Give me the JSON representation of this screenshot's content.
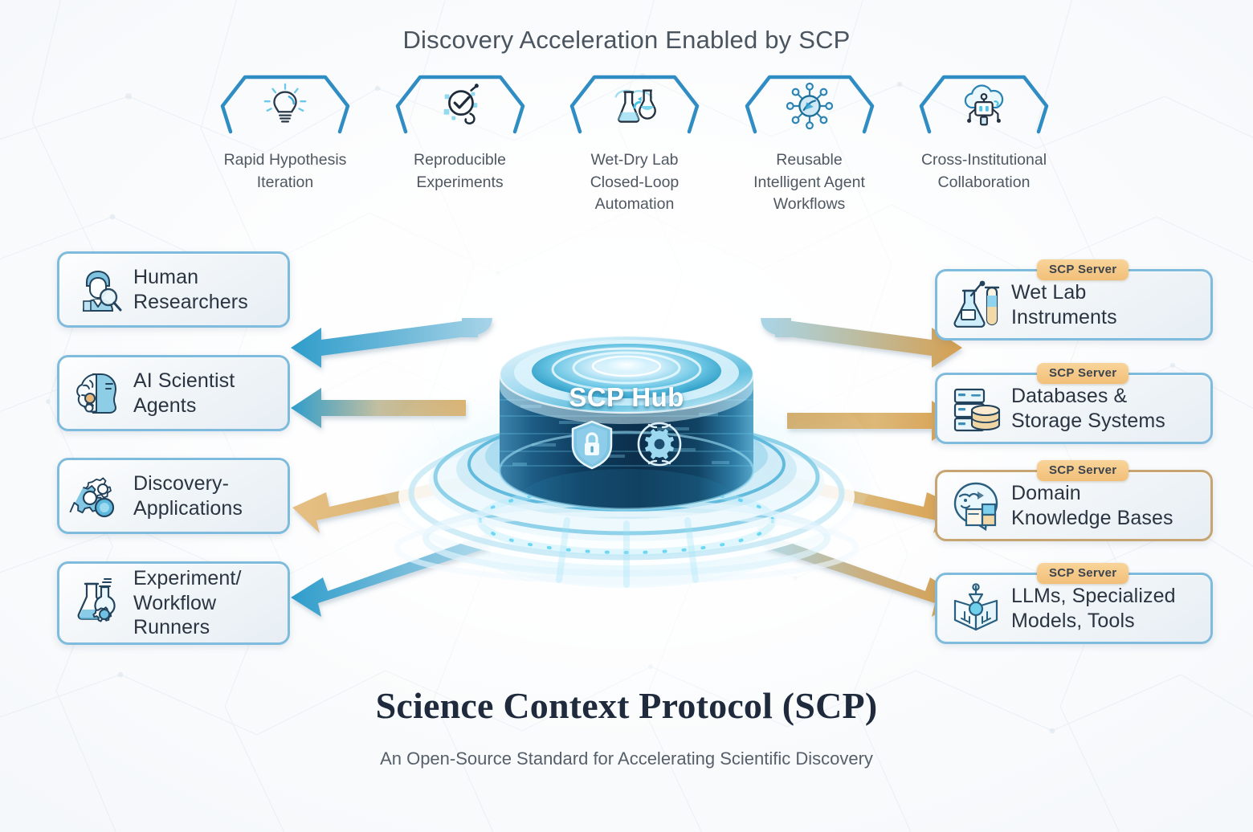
{
  "header": {
    "title": "Discovery Acceleration Enabled by SCP"
  },
  "features": [
    {
      "icon": "lightbulb-icon",
      "label": "Rapid Hypothesis\nIteration"
    },
    {
      "icon": "check-flask-icon",
      "label": "Reproducible\nExperiments"
    },
    {
      "icon": "flasks-loop-icon",
      "label": "Wet-Dry Lab\nClosed-Loop\nAutomation"
    },
    {
      "icon": "agent-network-icon",
      "label": "Reusable\nIntelligent Agent\nWorkflows"
    },
    {
      "icon": "cloud-robot-icon",
      "label": "Cross-Institutional\nCollaboration"
    }
  ],
  "clients": [
    {
      "icon": "researcher-icon",
      "label": "Human\nResearchers"
    },
    {
      "icon": "ai-brain-icon",
      "label": "AI Scientist\nAgents"
    },
    {
      "icon": "gears-icon",
      "label": "Discovery-\nApplications"
    },
    {
      "icon": "flask-gear-icon",
      "label": "Experiment/\nWorkflow\nRunners"
    }
  ],
  "servers": [
    {
      "badge": "SCP Server",
      "icon": "flask-tube-icon",
      "label": "Wet Lab\nInstruments",
      "accent": "blue"
    },
    {
      "badge": "SCP Server",
      "icon": "database-icon",
      "label": "Databases &\nStorage Systems",
      "accent": "blue"
    },
    {
      "badge": "SCP Server",
      "icon": "knowledge-icon",
      "label": "Domain\nKnowledge Bases",
      "accent": "tan"
    },
    {
      "badge": "SCP Server",
      "icon": "model-tools-icon",
      "label": "LLMs, Specialized\nModels, Tools",
      "accent": "blue"
    }
  ],
  "hub": {
    "label": "SCP Hub",
    "icons": [
      "shield-lock-icon",
      "gear-circle-icon"
    ]
  },
  "footer": {
    "title": "Science Context Protocol (SCP)",
    "subtitle": "An Open-Source Standard for Accelerating Scientific Discovery"
  },
  "colors": {
    "accent_blue": "#3f9fcb",
    "accent_gold": "#d2a35b",
    "card_border": "#7fbbdc",
    "card_border_tan": "#c6a573",
    "badge_bg": "#f2bf78",
    "hub_deep": "#113a5c",
    "title_color": "#1f2b3d",
    "text_muted": "#4f5862"
  }
}
